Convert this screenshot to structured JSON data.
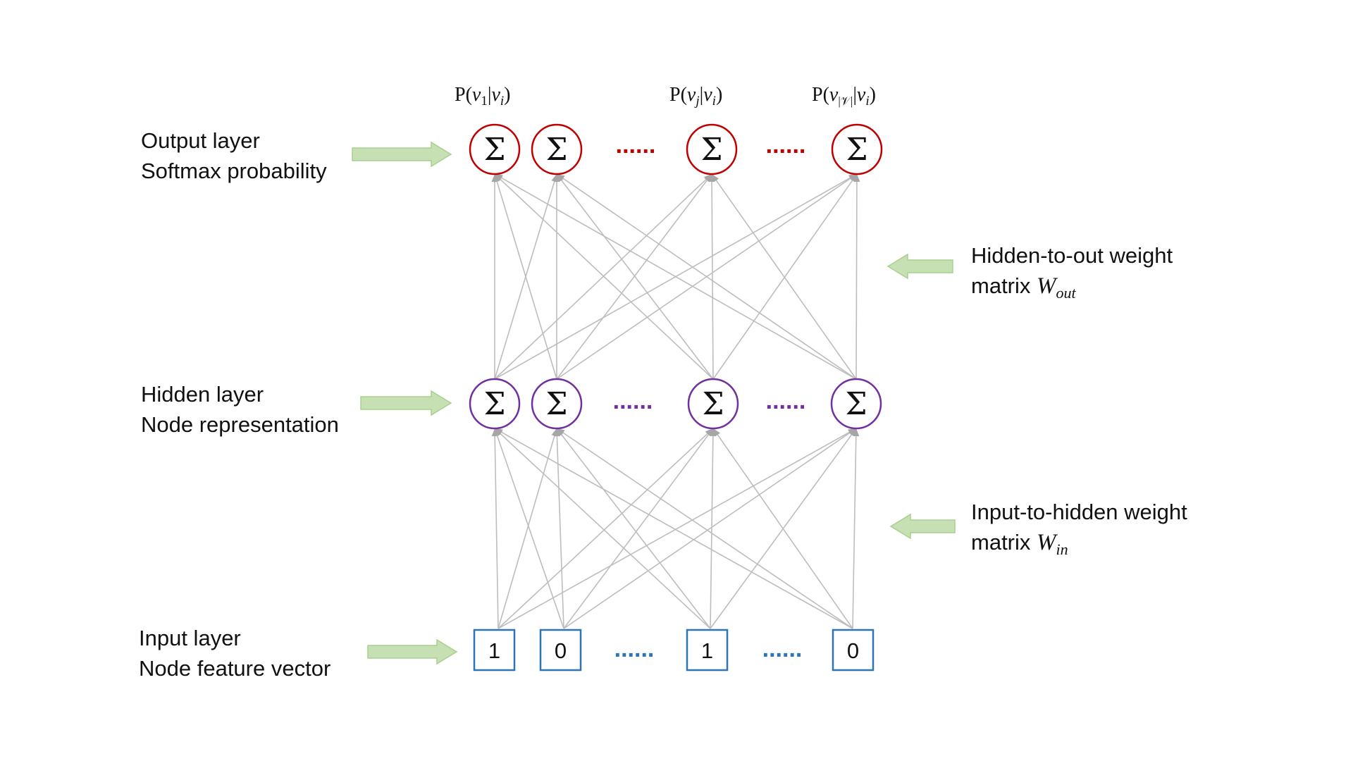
{
  "labels": {
    "output_layer": {
      "line1": "Output layer",
      "line2": "Softmax probability"
    },
    "hidden_layer": {
      "line1": "Hidden layer",
      "line2": "Node representation"
    },
    "input_layer": {
      "line1": "Input layer",
      "line2": "Node feature vector"
    },
    "hidden_to_out": {
      "line1": "Hidden-to-out weight",
      "line2_prefix": "matrix",
      "symbol": "W",
      "subscript": "out"
    },
    "input_to_hidden": {
      "line1": "Input-to-hidden weight",
      "line2_prefix": "matrix",
      "symbol": "W",
      "subscript": "in"
    }
  },
  "output_probabilities": [
    {
      "text_prefix": "P(",
      "var": "v",
      "sub": "1",
      "given": "|",
      "cond_var": "v",
      "cond_sub": "i",
      "close": ")"
    },
    {
      "text_prefix": "P(",
      "var": "v",
      "sub": "j",
      "given": "|",
      "cond_var": "v",
      "cond_sub": "i",
      "close": ")"
    },
    {
      "text_prefix": "P(",
      "var": "v",
      "sub": "|𝒱|",
      "given": "|",
      "cond_var": "v",
      "cond_sub": "i",
      "close": ")"
    }
  ],
  "node_symbol": "Σ",
  "ellipsis": "......",
  "input_values": [
    "1",
    "0",
    "1",
    "0"
  ],
  "colors": {
    "output_nodes": "#c00000",
    "hidden_nodes": "#7030a0",
    "input_nodes": "#2e75b6",
    "edges": "#bdbdbd",
    "arrows": "#c6e0b4"
  }
}
